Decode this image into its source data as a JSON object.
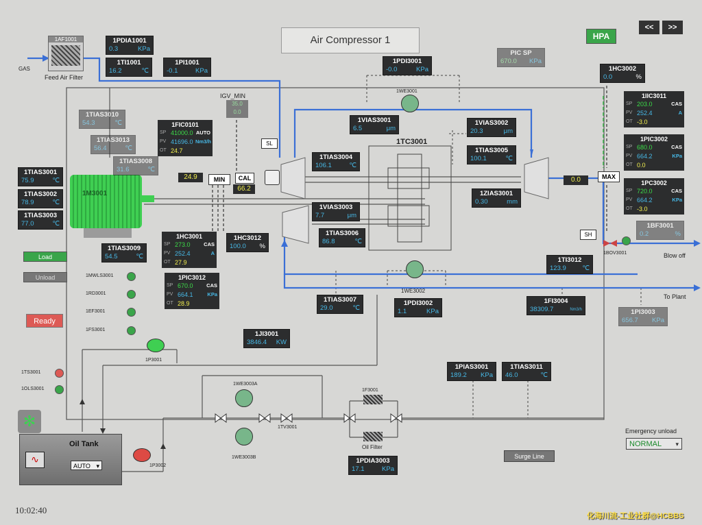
{
  "title": "Air Compressor 1",
  "nav": {
    "prev": "<<",
    "next": ">>",
    "hpa": "HPA"
  },
  "filter": {
    "tag": "1AF1001",
    "label": "Feed Air Filter",
    "gas": "GAS"
  },
  "compressor": {
    "tag": "1TC3001"
  },
  "motor": {
    "tag": "1M3001"
  },
  "tags": {
    "pdia1001": {
      "name": "1PDIA1001",
      "value": "0.3",
      "unit": "KPa"
    },
    "ti1001": {
      "name": "1TI1001",
      "value": "16.2",
      "unit": "℃"
    },
    "pi1001": {
      "name": "1PI1001",
      "value": "-0.1",
      "unit": "KPa"
    },
    "tias3010": {
      "name": "1TIAS3010",
      "value": "54.3",
      "unit": "℃"
    },
    "tias3013": {
      "name": "1TIAS3013",
      "value": "56.4",
      "unit": "℃"
    },
    "tias3008": {
      "name": "1TIAS3008",
      "value": "31.6",
      "unit": "℃"
    },
    "tias3001": {
      "name": "1TIAS3001",
      "value": "75.9",
      "unit": "℃"
    },
    "tias3002": {
      "name": "1TIAS3002",
      "value": "78.9",
      "unit": "℃"
    },
    "tias3003": {
      "name": "1TIAS3003",
      "value": "77.0",
      "unit": "℃"
    },
    "tias3009": {
      "name": "1TIAS3009",
      "value": "54.5",
      "unit": "℃"
    },
    "pdi3001": {
      "name": "1PDI3001",
      "value": "-0.0",
      "unit": "KPa"
    },
    "pic_sp": {
      "name": "PIC SP",
      "value": "670.0",
      "unit": "KPa"
    },
    "vias3001": {
      "name": "1VIAS3001",
      "value": "6.5",
      "unit": "μm"
    },
    "vias3002": {
      "name": "1VIAS3002",
      "value": "20.3",
      "unit": "μm"
    },
    "tias3004": {
      "name": "1TIAS3004",
      "value": "106.1",
      "unit": "℃"
    },
    "tias3005": {
      "name": "1TIAS3005",
      "value": "100.1",
      "unit": "℃"
    },
    "zias3001": {
      "name": "1ZIAS3001",
      "value": "0.30",
      "unit": "mm"
    },
    "vias3003": {
      "name": "1VIAS3003",
      "value": "7.7",
      "unit": "μm"
    },
    "tias3006": {
      "name": "1TIAS3006",
      "value": "86.8",
      "unit": "℃"
    },
    "tias3007": {
      "name": "1TIAS3007",
      "value": "29.0",
      "unit": "℃"
    },
    "pdi3002": {
      "name": "1PDI3002",
      "value": "1.1",
      "unit": "KPa"
    },
    "ji3001": {
      "name": "1JI3001",
      "value": "3846.4",
      "unit": "KW"
    },
    "ti3012": {
      "name": "1TI3012",
      "value": "123.9",
      "unit": "℃"
    },
    "fi3004": {
      "name": "1FI3004",
      "value": "38309.7",
      "unit": "Nm3/h"
    },
    "pi3003": {
      "name": "1PI3003",
      "value": "656.7",
      "unit": "KPa"
    },
    "bf3001": {
      "name": "1BF3001",
      "value": "0.2",
      "unit": "%"
    },
    "pias3001": {
      "name": "1PIAS3001",
      "value": "189.2",
      "unit": "KPa"
    },
    "tias3011": {
      "name": "1TIAS3011",
      "value": "46.0",
      "unit": "℃"
    },
    "pdia3003": {
      "name": "1PDIA3003",
      "value": "17.1",
      "unit": "KPa"
    },
    "hc3012": {
      "name": "1HC3012",
      "value": "100.0",
      "unit": "%"
    },
    "hc3002": {
      "name": "1HC3002",
      "value": "0.0",
      "unit": "%"
    }
  },
  "controllers": {
    "fic0101": {
      "name": "1FIC0101",
      "mode": "AUTO",
      "sp": "41000.0",
      "pv": "41696.0",
      "ot": "24.7",
      "unit": "Nm3/h"
    },
    "hc3001": {
      "name": "1HC3001",
      "mode": "CAS",
      "sp": "273.0",
      "pv": "252.4",
      "ot": "27.9",
      "unit": "A"
    },
    "pic3012": {
      "name": "1PIC3012",
      "mode": "CAS",
      "sp": "670.0",
      "pv": "664.1",
      "ot": "28.9",
      "unit": "KPa"
    },
    "iic3011": {
      "name": "1IIC3011",
      "mode": "CAS",
      "sp": "203.0",
      "pv": "252.4",
      "ot": "-3.0",
      "unit": "A"
    },
    "pic3002": {
      "name": "1PIC3002",
      "mode": "CAS",
      "sp": "680.0",
      "pv": "664.2",
      "ot": "0.0",
      "unit": "KPa"
    },
    "pc3002": {
      "name": "1PC3002",
      "mode": "CAS",
      "sp": "720.0",
      "pv": "664.2",
      "ot": "-3.0",
      "unit": "KPa"
    }
  },
  "logic": {
    "igv_min": "IGV_MIN",
    "igv_v1": "35.0",
    "igv_v2": "0.0",
    "min": "MIN",
    "cal": "CAL",
    "cal_val": "66.2",
    "left_val": "24.9",
    "max": "MAX",
    "max_val": "0.0",
    "sl": "SL",
    "sh": "SH"
  },
  "equipment": {
    "we3001": "1WE3001",
    "we3002": "1WE3002",
    "we3003a": "1WE3003A",
    "we3003b": "1WE3003B",
    "tv3001": "1TV3001",
    "f3001": "1F3001",
    "oil_filter": "Oil Filter",
    "p3001": "1P3001",
    "p3002": "1P3002",
    "bov3001": "1BOV3001",
    "blow_off": "Blow off",
    "to_plant": "To Plant",
    "oil_tank": "Oil Tank",
    "oil_mode": "AUTO"
  },
  "status": {
    "load": "Load",
    "unload": "Unload",
    "ready": "Ready",
    "indicators": [
      {
        "label": "1MWLS3001",
        "color": "green"
      },
      {
        "label": "1RD3001",
        "color": "green"
      },
      {
        "label": "1EF3001",
        "color": "green"
      },
      {
        "label": "1FS3001",
        "color": "green"
      }
    ],
    "alarms": [
      {
        "label": "1TS3001",
        "color": "red"
      },
      {
        "label": "1OLS3001",
        "color": "green"
      }
    ]
  },
  "emergency": {
    "label": "Emergency unload",
    "value": "NORMAL"
  },
  "surge_line": "Surge Line",
  "clock": "10:02:40",
  "watermark": "化海川流-工业社群@HCBBS"
}
